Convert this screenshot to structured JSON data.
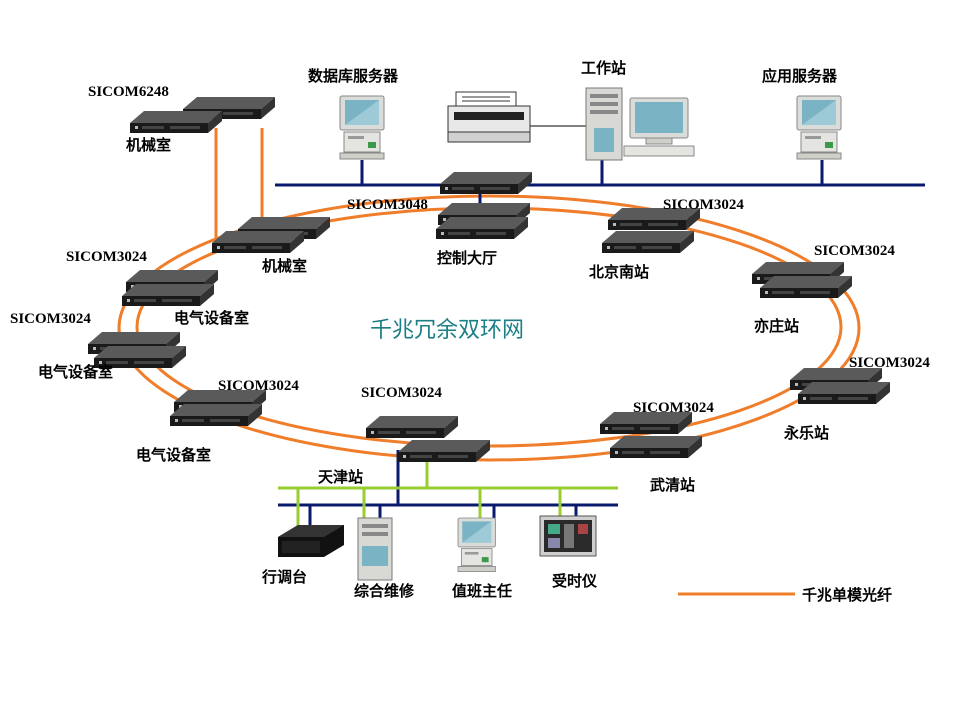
{
  "diagram": {
    "ring_label": "千兆冗余双环网",
    "legend_label": "千兆单模光纤",
    "colors": {
      "fiber": "#f07d2a",
      "backbone": "#0a1a6e",
      "lan": "#9acd32",
      "ring_label": "#1c7f86"
    },
    "top_devices": [
      {
        "id": "db-server",
        "label": "数据库服务器",
        "icon": "desktop-computer-icon"
      },
      {
        "id": "printer",
        "label": "",
        "icon": "printer-icon"
      },
      {
        "id": "workstation",
        "label": "工作站",
        "icon": "tower-workstation-icon"
      },
      {
        "id": "app-server",
        "label": "应用服务器",
        "icon": "desktop-computer-icon"
      }
    ],
    "switches": [
      {
        "id": "sicom6248",
        "model": "SICOM6248",
        "location": "机械室"
      },
      {
        "id": "jixie-ring",
        "model": "",
        "location": "机械室"
      },
      {
        "id": "control-hall",
        "model": "SICOM3048",
        "location": "控制大厅"
      },
      {
        "id": "beijing-south",
        "model": "SICOM3024",
        "location": "北京南站"
      },
      {
        "id": "yizhuang",
        "model": "SICOM3024",
        "location": "亦庄站"
      },
      {
        "id": "yongle",
        "model": "SICOM3024",
        "location": "永乐站"
      },
      {
        "id": "wuqing",
        "model": "SICOM3024",
        "location": "武清站"
      },
      {
        "id": "tianjin",
        "model": "SICOM3024",
        "location": "天津站"
      },
      {
        "id": "electrical-3",
        "model": "SICOM3024",
        "location": "电气设备室"
      },
      {
        "id": "electrical-2",
        "model": "SICOM3024",
        "location": "电气设备室"
      },
      {
        "id": "electrical-1",
        "model": "SICOM3024",
        "location": "电气设备室"
      }
    ],
    "bottom_devices": [
      {
        "id": "dispatch",
        "label": "行调台",
        "icon": "console-icon"
      },
      {
        "id": "maintenance",
        "label": "综合维修",
        "icon": "tower-computer-icon"
      },
      {
        "id": "duty",
        "label": "值班主任",
        "icon": "desktop-computer-icon"
      },
      {
        "id": "timing",
        "label": "受时仪",
        "icon": "time-receiver-icon"
      }
    ]
  }
}
